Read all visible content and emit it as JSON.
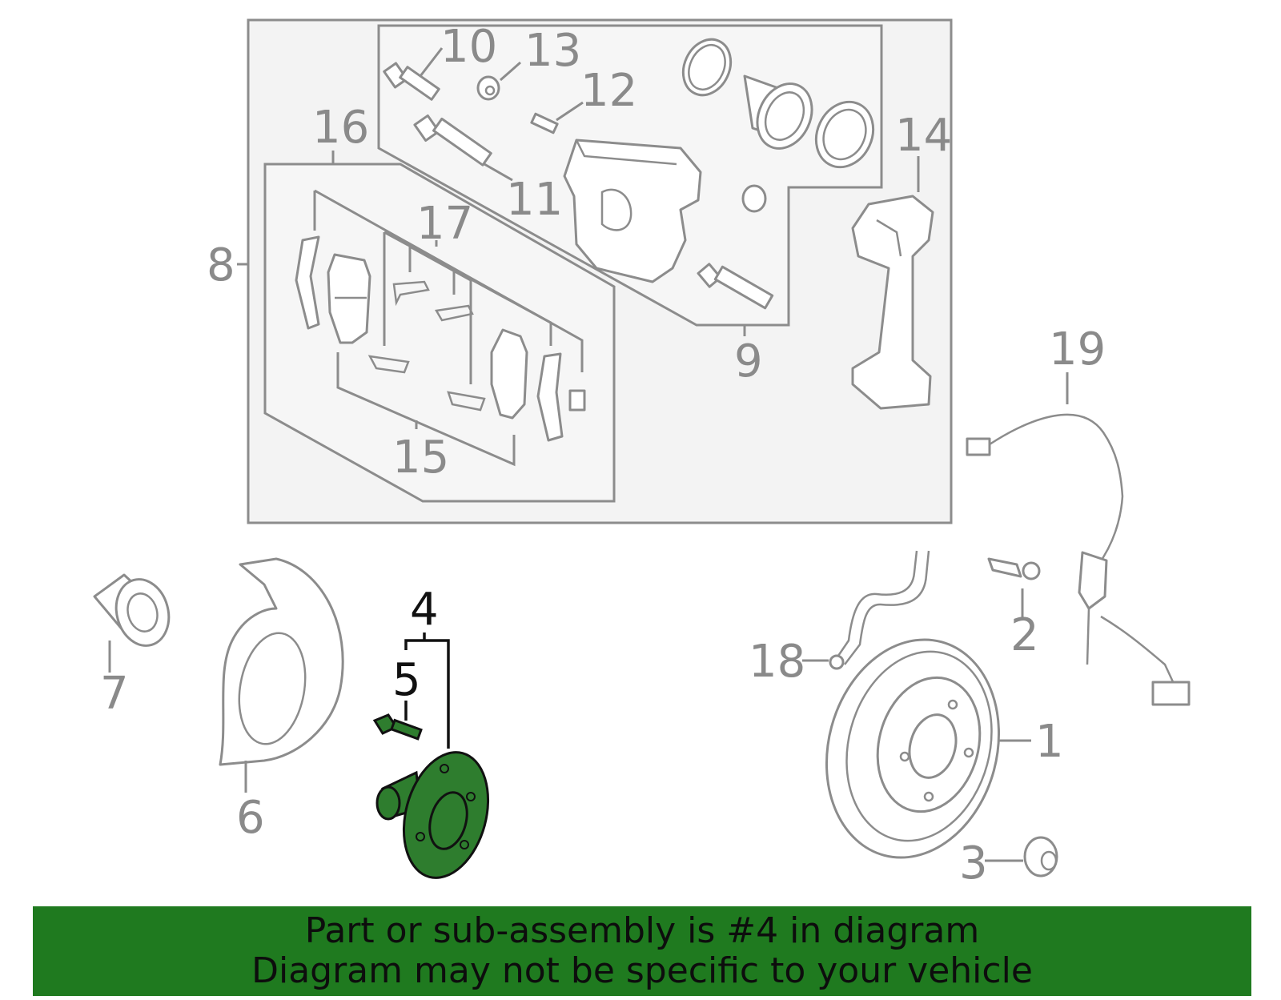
{
  "labels": {
    "p1": "1",
    "p2": "2",
    "p3": "3",
    "p4": "4",
    "p5": "5",
    "p6": "6",
    "p7": "7",
    "p8": "8",
    "p9": "9",
    "p10": "10",
    "p11": "11",
    "p12": "12",
    "p13": "13",
    "p14": "14",
    "p15": "15",
    "p16": "16",
    "p17": "17",
    "p18": "18",
    "p19": "19"
  },
  "highlight": {
    "part": "4",
    "color": "#2e7d2e"
  },
  "banner": {
    "line1": "Part or sub-assembly is #4 in diagram",
    "line2": "Diagram may not be specific to your vehicle",
    "color": "#1f7a1f"
  }
}
